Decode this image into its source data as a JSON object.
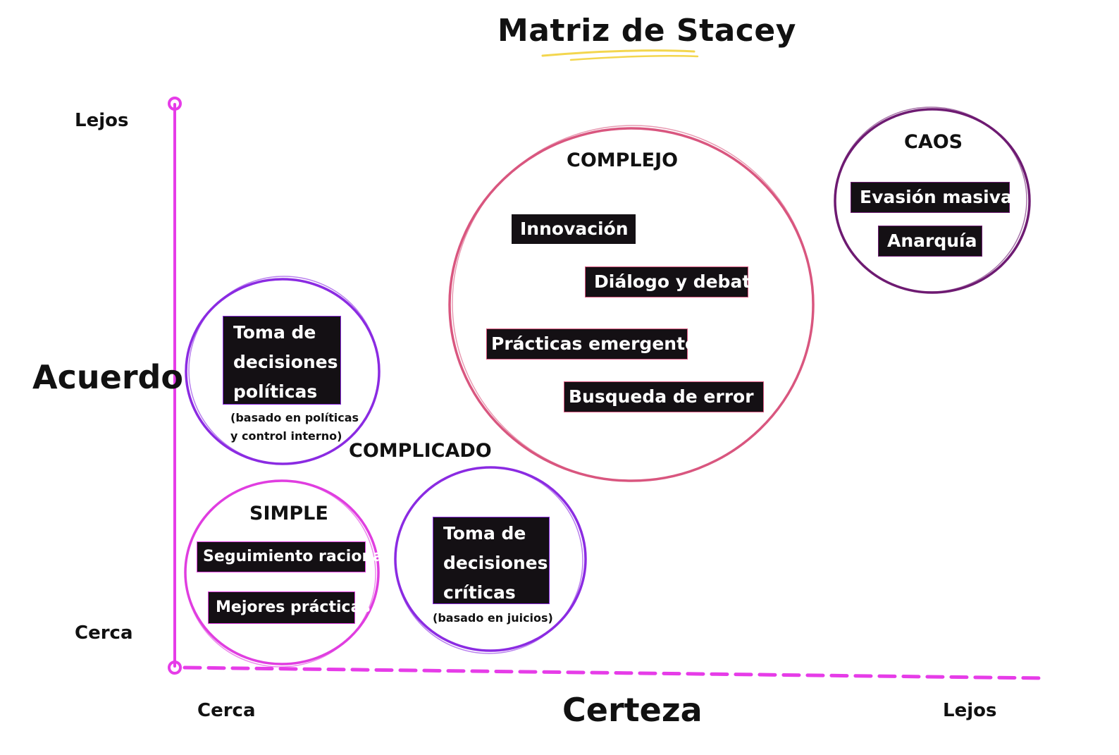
{
  "title": "Matriz de Stacey",
  "colors": {
    "axis": "#e63ce8",
    "underline": "#f3d64e",
    "complejo": "#d9567f",
    "caos": "#6e1b72",
    "complicado": "#8b2be2",
    "simple": "#e03ee0",
    "box_fill": "#141014"
  },
  "y_axis": {
    "label": "Acuerdo",
    "top": "Lejos",
    "bottom": "Cerca"
  },
  "x_axis": {
    "label": "Certeza",
    "left": "Cerca",
    "right": "Lejos"
  },
  "regions": {
    "complejo": {
      "title": "COMPLEJO",
      "items": [
        "Innovación",
        "Diálogo y debate",
        "Prácticas emergentes",
        "Busqueda de error"
      ]
    },
    "caos": {
      "title": "CAOS",
      "items": [
        "Evasión masiva",
        "Anarquía"
      ]
    },
    "complicado": {
      "title": "COMPLICADO",
      "politicas": {
        "lines": [
          "Toma de",
          "decisiones",
          "políticas"
        ],
        "note_lines": [
          "(basado en políticas",
          "y control interno)"
        ]
      },
      "criticas": {
        "lines": [
          "Toma de",
          "decisiones",
          "críticas"
        ],
        "note": "(basado en juicios)"
      }
    },
    "simple": {
      "title": "SIMPLE",
      "items": [
        "Seguimiento racional",
        "Mejores prácticas"
      ]
    }
  }
}
